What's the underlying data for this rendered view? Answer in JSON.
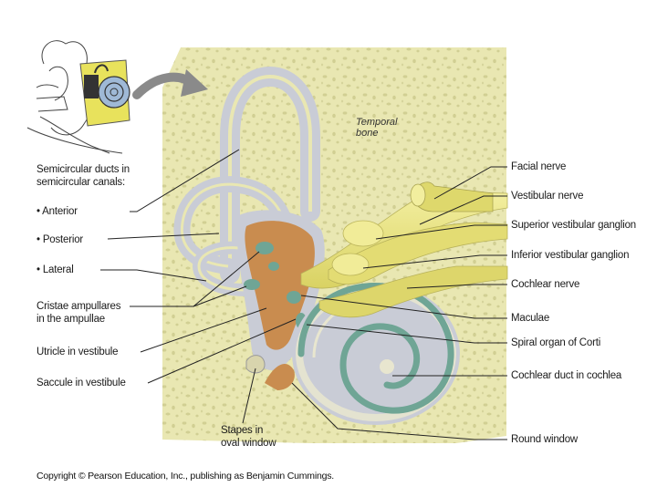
{
  "labels_left": {
    "semicircular_ducts_line1": "Semicircular ducts in",
    "semicircular_ducts_line2": "semicircular canals:",
    "anterior": "• Anterior",
    "posterior": "• Posterior",
    "lateral": "• Lateral",
    "cristae_line1": "Cristae ampullares",
    "cristae_line2": "in the ampullae",
    "utricle": "Utricle in vestibule",
    "saccule": "Saccule in vestibule",
    "stapes_line1": "Stapes in",
    "stapes_line2": "oval window"
  },
  "labels_right": {
    "facial_nerve": "Facial nerve",
    "vestibular_nerve": "Vestibular nerve",
    "superior_ganglion": "Superior vestibular ganglion",
    "inferior_ganglion": "Inferior vestibular ganglion",
    "cochlear_nerve": "Cochlear nerve",
    "maculae": "Maculae",
    "spiral_organ": "Spiral organ of Corti",
    "cochlear_duct": "Cochlear duct in cochlea",
    "round_window": "Round window"
  },
  "temporal_bone_line1": "Temporal",
  "temporal_bone_line2": "bone",
  "copyright": "Copyright © Pearson Education, Inc., publishing as Benjamin Cummings.",
  "colors": {
    "bone": "#e9e7b2",
    "bone_pore": "#d1cf93",
    "bony_labyrinth": "#c9ccd6",
    "membranous": "#c98c4f",
    "nerve": "#e6e07a",
    "sensory": "#6fa595"
  }
}
